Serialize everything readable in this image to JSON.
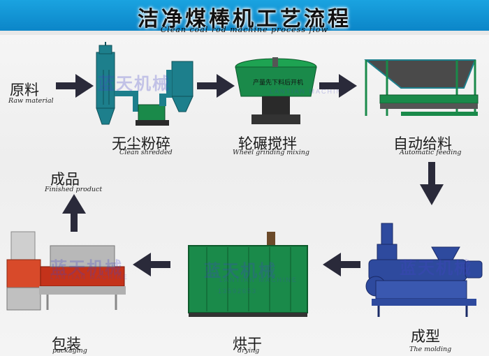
{
  "header": {
    "title": "洁净煤棒机工艺流程",
    "subtitle": "Clean coal rod machine process flow"
  },
  "steps": {
    "raw": {
      "cn": "原料",
      "en": "Raw material"
    },
    "shred": {
      "cn": "无尘粉碎",
      "en": "Clean shredded"
    },
    "mix": {
      "cn": "轮碾搅拌",
      "en": "Wheel grinding mixing"
    },
    "feed": {
      "cn": "自动给料",
      "en": "Automatic feeding"
    },
    "mold": {
      "cn": "成型",
      "en": "The molding"
    },
    "dry": {
      "cn": "烘干",
      "en": "drying"
    },
    "pack": {
      "cn": "包装",
      "en": "packaging"
    },
    "product": {
      "cn": "成品",
      "en": "Finished product"
    }
  },
  "watermark": {
    "cn": "蓝天机械",
    "en": "LANTIAN MACHINE",
    "phone": "13592653"
  },
  "mixer_label": "产量先下料后开机",
  "colors": {
    "banner": "#0a83c6",
    "arrow": "#2a2a3a",
    "machine_green": "#1a8a4a",
    "machine_blue": "#2e4a9e"
  }
}
